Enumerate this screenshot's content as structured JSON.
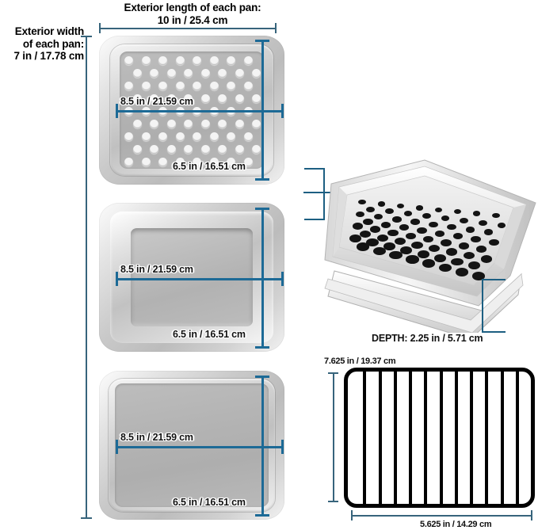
{
  "diagram": {
    "title": "Toaster oven bakeware set dimension diagram",
    "accent_color": "#1d6a96",
    "labels": {
      "exterior_length": "Exterior length of each pan:\n10 in / 25.4 cm",
      "exterior_width": "Exterior width\nof each pan:\n7 in / 17.78 cm",
      "depth": "DEPTH: 2.25 in / 5.71 cm",
      "rack_height": "7.625 in / 19.37 cm",
      "rack_width": "5.625 in / 14.29 cm"
    },
    "pans": [
      {
        "name": "crisper-pan",
        "interior_length": "8.5 in / 21.59 cm",
        "interior_width": "6.5 in / 16.51 cm"
      },
      {
        "name": "deep-baking-pan",
        "interior_length": "8.5 in / 21.59 cm",
        "interior_width": "6.5 in / 16.51 cm"
      },
      {
        "name": "cookie-sheet",
        "interior_length": "8.5 in / 21.59 cm",
        "interior_width": "6.5 in / 16.51 cm"
      }
    ],
    "rack": {
      "height": "7.625 in / 19.37 cm",
      "width": "5.625 in / 14.29 cm"
    },
    "detail_view": {
      "name": "perforated-pan-in-solid-pan",
      "depth": "DEPTH: 2.25 in / 5.71 cm"
    }
  }
}
